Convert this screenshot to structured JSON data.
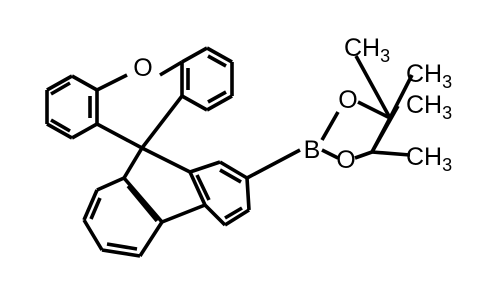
{
  "molecule": {
    "atoms": {
      "oxygen_xanthene": "O",
      "boron": "B",
      "oxygen_ester_top": "O",
      "oxygen_ester_bottom": "O"
    },
    "methyl_groups": [
      {
        "main": "CH",
        "sub": "3"
      },
      {
        "main": "CH",
        "sub": "3"
      },
      {
        "main": "CH",
        "sub": "3"
      },
      {
        "main": "CH",
        "sub": "3"
      }
    ],
    "colors": {
      "bond": "#000000",
      "background": "#ffffff"
    }
  }
}
